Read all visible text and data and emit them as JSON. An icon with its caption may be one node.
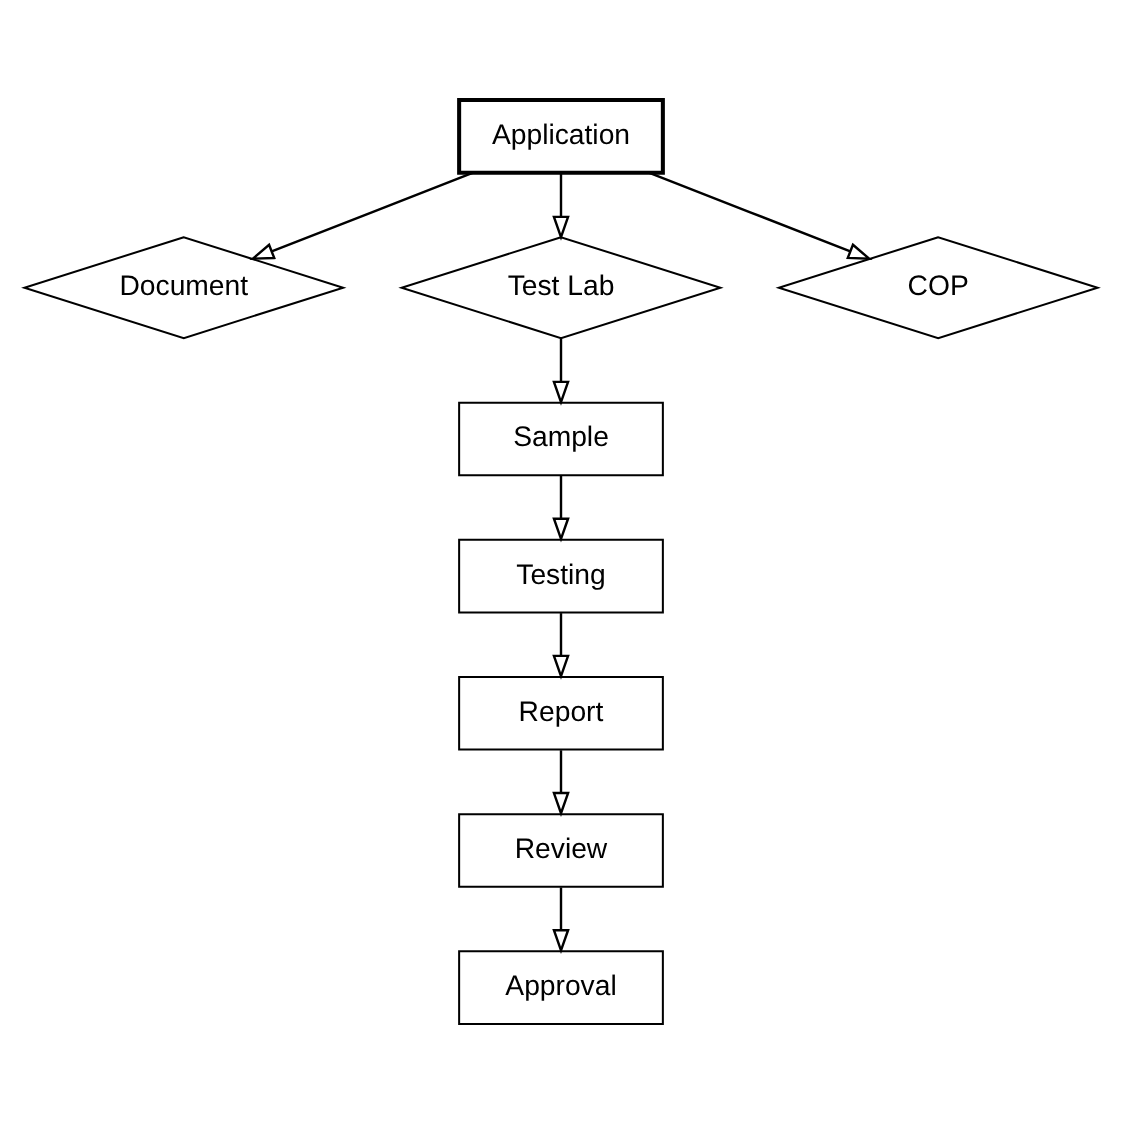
{
  "diagram": {
    "nodes": [
      {
        "text": [
          "Application"
        ]
      },
      {
        "text": [
          "Document"
        ]
      },
      {
        "text": [
          "Test Lab"
        ]
      },
      {
        "text": [
          "COP"
        ]
      },
      {
        "text": [
          "Sample"
        ]
      },
      {
        "text": [
          "Testing"
        ]
      },
      {
        "text": [
          "Report"
        ]
      },
      {
        "text": [
          "Review"
        ]
      },
      {
        "text": [
          "Approval"
        ]
      }
    ],
    "edges": [
      {
        "from": 0,
        "to": 1,
        "arrow": "to"
      },
      {
        "from": 0,
        "to": 2,
        "arrow": "to"
      },
      {
        "from": 0,
        "to": 3,
        "arrow": "to"
      },
      {
        "from": 2,
        "to": 4,
        "arrow": "to"
      },
      {
        "from": 4,
        "to": 5,
        "arrow": "to"
      },
      {
        "from": 5,
        "to": 6,
        "arrow": "to"
      },
      {
        "from": 6,
        "to": 7,
        "arrow": "to"
      },
      {
        "from": 7,
        "to": 8,
        "arrow": "to"
      }
    ]
  }
}
